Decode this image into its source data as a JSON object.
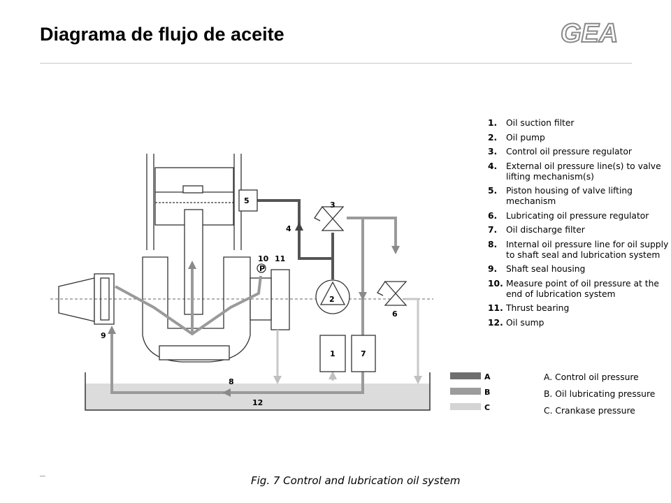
{
  "header": {
    "title": "Diagrama de flujo de aceite",
    "logo_text": "GEA"
  },
  "legend": {
    "items": [
      {
        "num": "1.",
        "text": "Oil suction filter"
      },
      {
        "num": "2.",
        "text": "Oil pump"
      },
      {
        "num": "3.",
        "text": "Control oil pressure regulator"
      },
      {
        "num": "4.",
        "text": "External oil pressure line(s) to valve lifting mechanism(s)"
      },
      {
        "num": "5.",
        "text": "Piston housing of valve lifting mechanism"
      },
      {
        "num": "6.",
        "text": "Lubricating oil pressure regulator"
      },
      {
        "num": "7.",
        "text": "Oil discharge filter"
      },
      {
        "num": "8.",
        "text": "Internal oil pressure line for oil supply to shaft seal and lubrication system"
      },
      {
        "num": "9.",
        "text": "Shaft seal housing"
      },
      {
        "num": "10.",
        "text": "Measure point of oil pressure at the end of lubrication system"
      },
      {
        "num": "11.",
        "text": "Thrust bearing"
      },
      {
        "num": "12.",
        "text": "Oil sump"
      }
    ]
  },
  "key": [
    {
      "letter": "A",
      "text": "A. Control oil pressure",
      "color": "#6e6e6e"
    },
    {
      "letter": "B",
      "text": "B. Oil lubricating pressure",
      "color": "#9c9c9c"
    },
    {
      "letter": "C",
      "text": "C. Crankase pressure",
      "color": "#d4d4d4"
    }
  ],
  "diagram_labels": {
    "l1": "1",
    "l2": "2",
    "l3": "3",
    "l4": "4",
    "l5": "5",
    "l6": "6",
    "l7": "7",
    "l8": "8",
    "l9": "9",
    "l10": "10",
    "l11": "11",
    "l12": "12",
    "p": "P"
  },
  "caption": "Fig. 7  Control and lubrication oil system",
  "footer_dash": "–"
}
